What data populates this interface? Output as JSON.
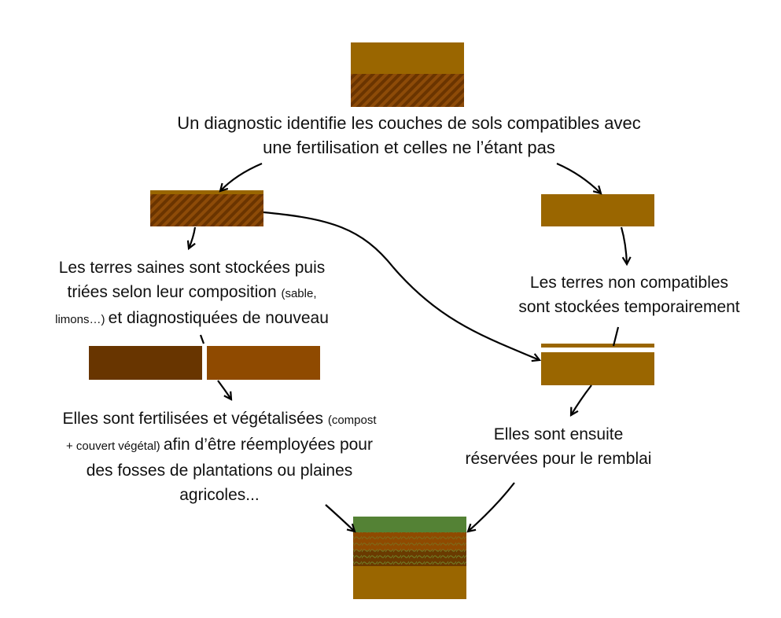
{
  "colors": {
    "ochre": "#9a6600",
    "hatch_light": "#8d4b08",
    "hatch_dark": "#6a3400",
    "dark_brown": "#683500",
    "rust_brown": "#8f4a00",
    "grass_green": "#548235",
    "arrow": "#000000"
  },
  "steps": {
    "diagnostic": {
      "line1": "Un diagnostic identifie les couches de sols compatibles avec",
      "line2": "une fertilisation et celles ne l’étant pas"
    },
    "healthy_storage": {
      "line1": "Les terres saines sont stockées puis",
      "line2_main": "triées selon leur composition ",
      "line2_small": "(sable,",
      "line3_small": "limons…) ",
      "line3_main": "et diagnostiquées de nouveau"
    },
    "non_compatible": {
      "line1": "Les terres non compatibles",
      "line2": "sont stockées temporairement"
    },
    "fertilisation": {
      "line1_main": "Elles sont fertilisées et végétalisées ",
      "line1_small": "(compost",
      "line2_small": "+ couvert végétal) ",
      "line2_main": "afin d’être réemployées pour",
      "line3": "des fosses de plantations ou plaines",
      "line4": "agricoles..."
    },
    "backfill": {
      "line1": "Elles sont ensuite",
      "line2": "réservées pour le remblai"
    }
  },
  "soil_blocks": [
    {
      "name": "initial-soil-profile",
      "layers": [
        "ochre",
        "hatched"
      ]
    },
    {
      "name": "compatible-soil-layer",
      "layers": [
        "ochre-thin",
        "hatched"
      ]
    },
    {
      "name": "non-compatible-soil-layer",
      "layers": [
        "ochre"
      ]
    },
    {
      "name": "sorted-soil-dark",
      "layers": [
        "dark_brown"
      ]
    },
    {
      "name": "sorted-soil-rust",
      "layers": [
        "rust_brown"
      ]
    },
    {
      "name": "backfill-soil",
      "layers": [
        "ochre-thin",
        "ochre"
      ]
    },
    {
      "name": "final-soil-profile",
      "layers": [
        "grass",
        "patterned-rust",
        "patterned-dark",
        "ochre"
      ]
    }
  ]
}
